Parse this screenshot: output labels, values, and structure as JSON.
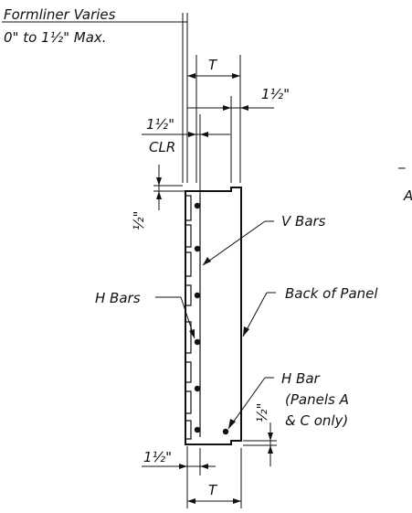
{
  "labels": {
    "formliner_line1": "Formliner Varies",
    "formliner_line2": "0\" to 1½\" Max.",
    "t_top": "T",
    "dim_1_5_right": "1½\"",
    "dim_1_5_clr_value": "1½\"",
    "dim_clr": "CLR",
    "dim_half_left": "½\"",
    "v_bars": "V Bars",
    "h_bars": "H Bars",
    "back_of_panel": "Back of Panel",
    "h_bar_line1": "H Bar",
    "h_bar_line2": "(Panels A",
    "h_bar_line3": "& C only)",
    "dim_half_right": "½\"",
    "dim_1_5_bottom": "1½\"",
    "t_bottom": "T",
    "fragment_1": "_",
    "fragment_2": "A"
  },
  "colors": {
    "ink": "#111111",
    "background": "#ffffff"
  }
}
